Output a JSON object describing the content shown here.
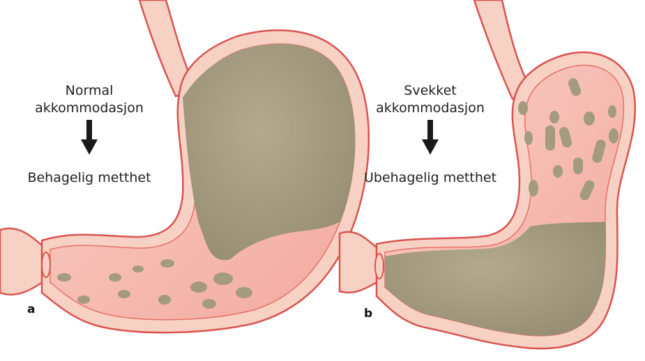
{
  "panels": [
    {
      "id": "a",
      "letter": "a",
      "accommodation_line1": "Normal",
      "accommodation_line2": "akkommodasjon",
      "result": "Behagelig metthet"
    },
    {
      "id": "b",
      "letter": "b",
      "accommodation_line1": "Svekket",
      "accommodation_line2": "akkommodasjon",
      "result": "Ubehagelig metthet"
    }
  ],
  "colors": {
    "wall_outer": "#f7d2c4",
    "wall_line": "#d9534f",
    "lumen": "#f5b7ad",
    "lumen_light": "#fbd8d0",
    "food": "#a39a80",
    "food_light": "#bdb49b",
    "arrow": "#1a1a1a"
  }
}
